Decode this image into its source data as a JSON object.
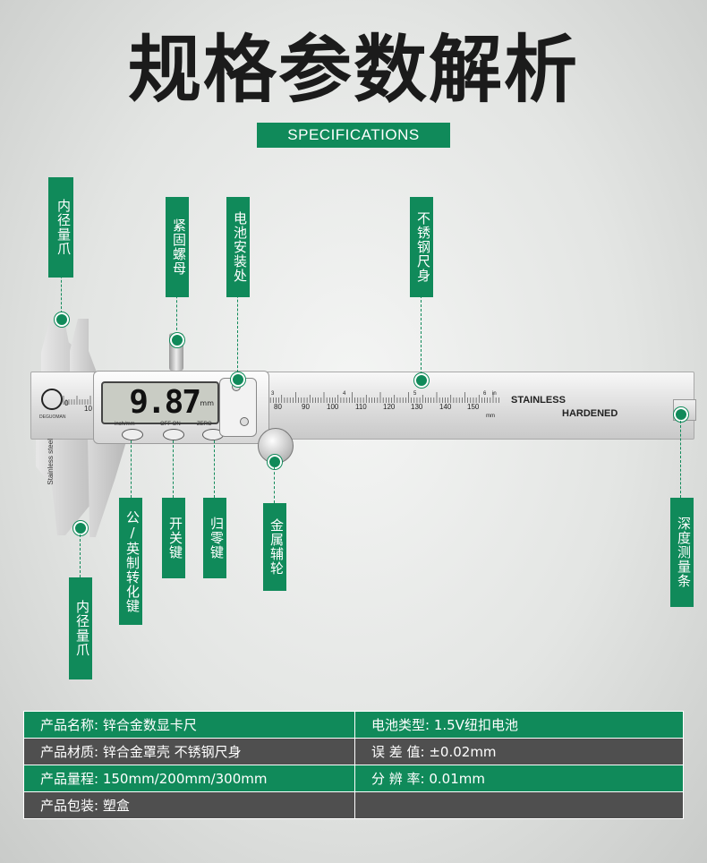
{
  "header": {
    "title": "规格参数解析",
    "subtitle": "SPECIFICATIONS"
  },
  "labels": {
    "inner_jaw_top": "内径量爪",
    "lock_screw": "紧固螺母",
    "battery": "电池安装处",
    "ruler_body": "不锈钢尺身",
    "unit_switch": "公/英制转化键",
    "power": "开关键",
    "zero": "归零键",
    "thumb_wheel": "金属辅轮",
    "depth_rod": "深度测量条",
    "inner_jaw_bottom": "内径量爪"
  },
  "caliper": {
    "display_value": "9.87",
    "display_unit": "mm",
    "btn_unit": "inch/mm",
    "btn_power": "OFF ON",
    "btn_zero": "ZERO",
    "stamp1": "STAINLESS",
    "stamp2": "HARDENED",
    "side_text": "Stainless steel",
    "brand": "DEGUOMAN",
    "mm_label": "mm",
    "in_label": "in",
    "mm_ticks": [
      "80",
      "90",
      "100",
      "110",
      "120",
      "130",
      "140",
      "150"
    ],
    "left_ticks": [
      "0",
      "10"
    ],
    "inch_ticks": [
      "3",
      "4",
      "5",
      "6"
    ]
  },
  "specs": [
    {
      "left": "产品名称:   锌合金数显卡尺",
      "right": "电池类型:   1.5V纽扣电池"
    },
    {
      "left": "产品材质:   锌合金罩壳 不锈钢尺身",
      "right": "误 差 值:   ±0.02mm"
    },
    {
      "left": "产品量程:   150mm/200mm/300mm",
      "right": "分 辨 率:   0.01mm"
    },
    {
      "left": "产品包装:   塑盒",
      "right": ""
    }
  ],
  "colors": {
    "accent": "#108a5a",
    "dark_row": "#4f4f4f"
  }
}
